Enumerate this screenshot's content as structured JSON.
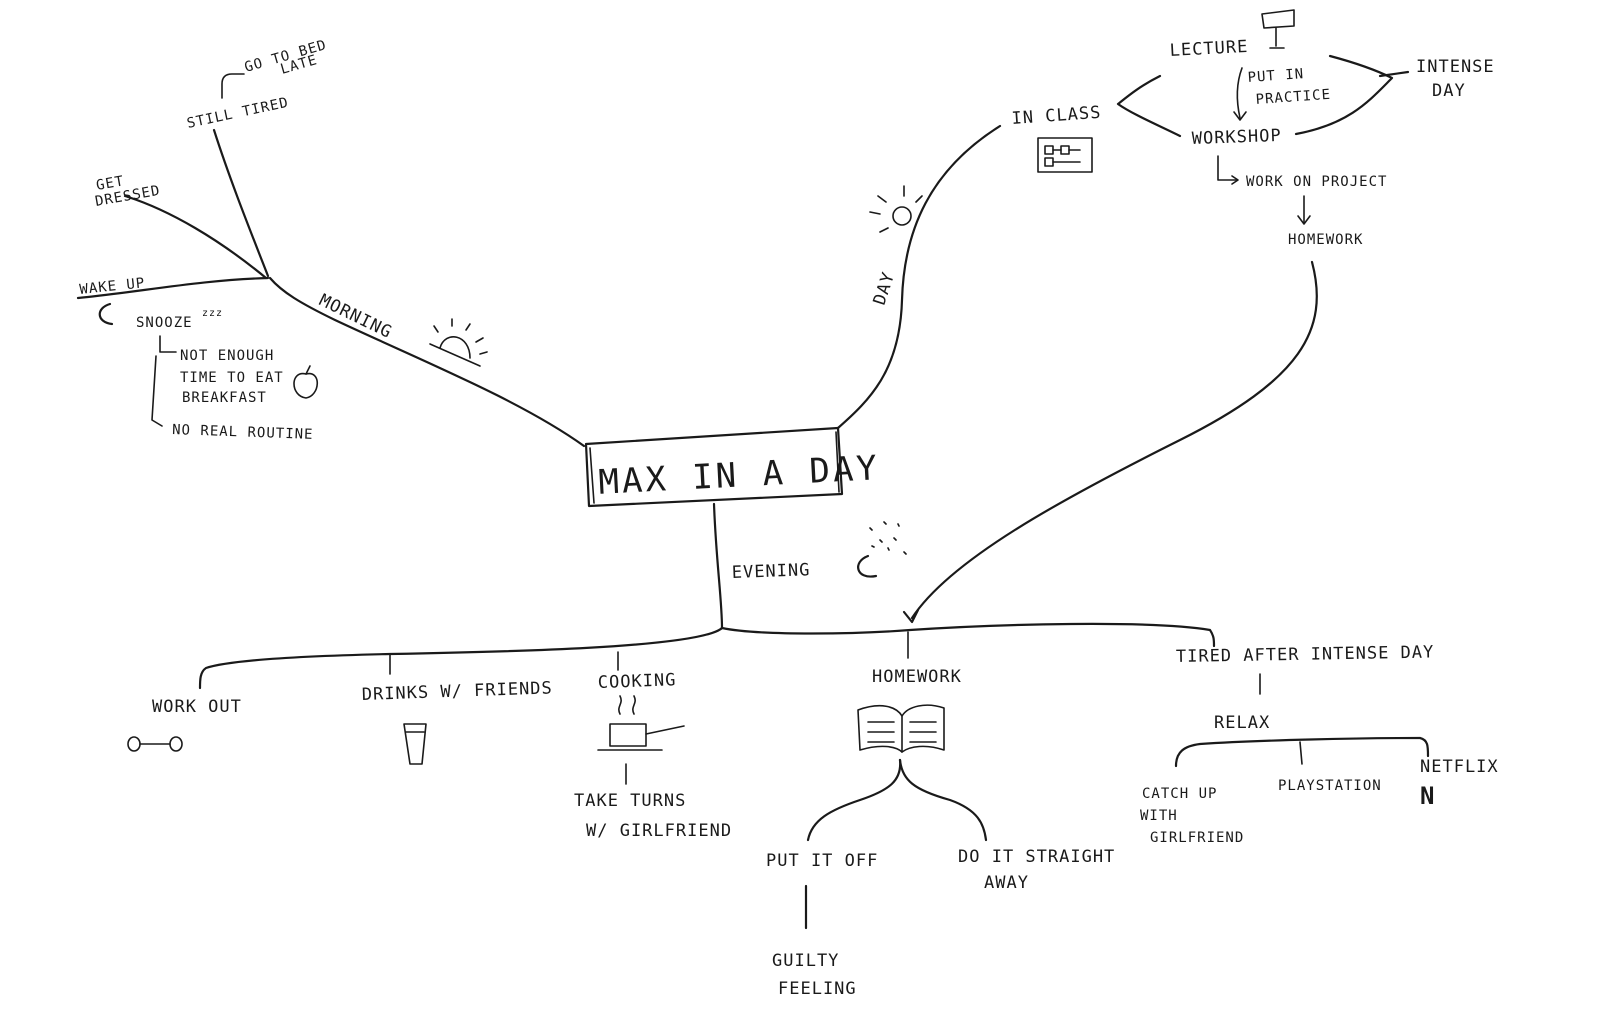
{
  "center": {
    "title": "MAX IN A DAY"
  },
  "morning": {
    "label": "MORNING",
    "still_tired": "STILL TIRED",
    "go_to_bed_late_1": "GO TO BED",
    "go_to_bed_late_2": "LATE",
    "get_dressed_1": "GET",
    "get_dressed_2": "DRESSED",
    "wake_up": "WAKE UP",
    "snooze": "SNOOZE",
    "zzz": "zzz",
    "not_enough_1": "NOT ENOUGH",
    "not_enough_2": "TIME TO EAT",
    "not_enough_3": "BREAKFAST",
    "no_routine": "NO REAL ROUTINE"
  },
  "day": {
    "label": "DAY",
    "in_class": "IN CLASS",
    "lecture": "LECTURE",
    "put_in_practice_1": "PUT IN",
    "put_in_practice_2": "PRACTICE",
    "workshop": "WORKSHOP",
    "intense_day_1": "INTENSE",
    "intense_day_2": "DAY",
    "work_on_project": "WORK ON PROJECT",
    "homework": "HOMEWORK"
  },
  "evening": {
    "label": "EVENING",
    "work_out": "WORK OUT",
    "drinks": "DRINKS W/ FRIENDS",
    "cooking": "COOKING",
    "take_turns_1": "TAKE TURNS",
    "take_turns_2": "W/ GIRLFRIEND",
    "homework": "HOMEWORK",
    "put_it_off": "PUT IT OFF",
    "guilty_1": "GUILTY",
    "guilty_2": "FEELING",
    "do_it_1": "DO IT STRAIGHT",
    "do_it_2": "AWAY",
    "tired": "TIRED AFTER INTENSE DAY",
    "relax": "RELAX",
    "catch_up_1": "CATCH UP",
    "catch_up_2": "WITH",
    "catch_up_3": "GIRLFRIEND",
    "playstation": "PLAYSTATION",
    "netflix": "NETFLIX",
    "netflix_logo": "N"
  }
}
